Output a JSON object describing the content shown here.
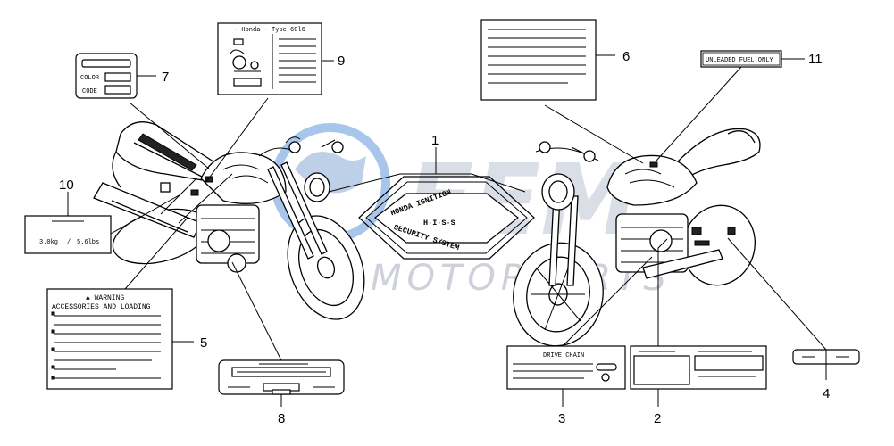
{
  "watermark": {
    "brand": "MOTORPARTS",
    "logo_letters": "EEM",
    "color": "#c9ccd6",
    "accent": "#5b8fd6"
  },
  "callouts": {
    "c1": "1",
    "c2": "2",
    "c3": "3",
    "c4": "4",
    "c5": "5",
    "c6": "6",
    "c7": "7",
    "c8": "8",
    "c9": "9",
    "c10": "10",
    "c11": "11"
  },
  "labels": {
    "label7": {
      "color": "COLOR",
      "code": "CODE"
    },
    "label9": {
      "header": "- Honda - Type 6Cl6"
    },
    "label10": {
      "weight_kg": "3.0kg",
      "separator": "/",
      "weight_lbs": "5.6lbs"
    },
    "label5": {
      "warning": "▲ WARNING",
      "subtitle": "ACCESSORIES AND LOADING"
    },
    "label11": {
      "text": "UNLEADED FUEL ONLY"
    },
    "label3": {
      "text": "DRIVE CHAIN"
    },
    "label1": {
      "top": "HONDA IGNITION",
      "middle": "H·I·S·S",
      "bottom": "SECURITY SYSTEM"
    }
  }
}
